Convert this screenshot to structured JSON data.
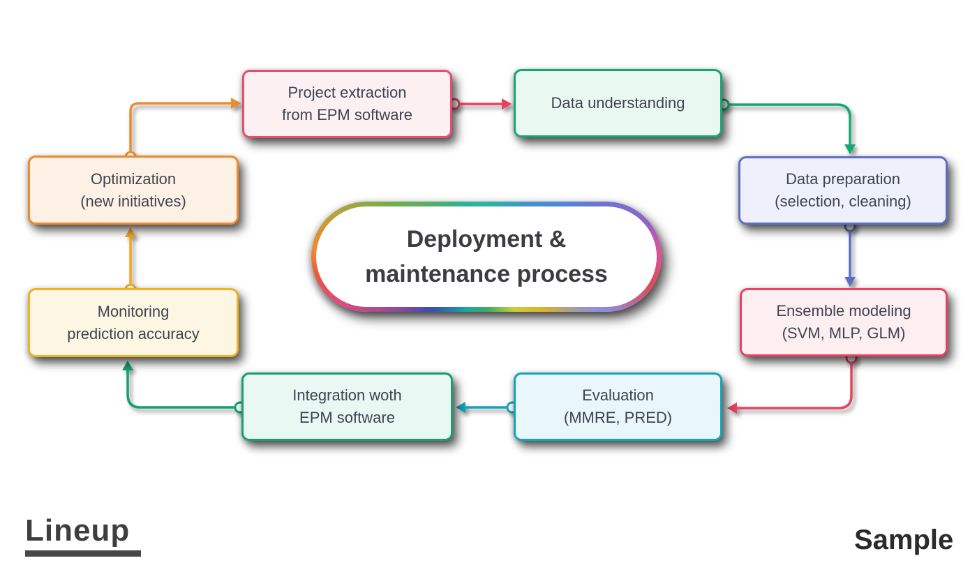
{
  "title": "Deployment &\nmaintenance process",
  "watermarks": {
    "left": "Lineup",
    "right": "Sample"
  },
  "text_color": "#3f4450",
  "nodes": [
    {
      "id": "project-extraction",
      "label": "Project extraction\nfrom EPM software",
      "border_color": "#e94d6b",
      "fill_color": "#fcf0f3"
    },
    {
      "id": "data-understanding",
      "label": "Data understanding",
      "border_color": "#17a673",
      "fill_color": "#e9f8f1"
    },
    {
      "id": "data-preparation",
      "label": "Data preparation\n(selection, cleaning)",
      "border_color": "#5d6fc0",
      "fill_color": "#eef1fb"
    },
    {
      "id": "ensemble-modeling",
      "label": "Ensemble modeling\n(SVM, MLP, GLM)",
      "border_color": "#e8435e",
      "fill_color": "#fdeff1"
    },
    {
      "id": "evaluation",
      "label": "Evaluation\n(MMRE, PRED)",
      "border_color": "#16a5b8",
      "fill_color": "#e9f7fa"
    },
    {
      "id": "integration",
      "label": "Integration woth\nEPM software",
      "border_color": "#17a06e",
      "fill_color": "#e9f8f2"
    },
    {
      "id": "monitoring",
      "label": "Monitoring\nprediction accuracy",
      "border_color": "#f0b220",
      "fill_color": "#fdf6e3"
    },
    {
      "id": "optimization",
      "label": "Optimization\n(new initiatives)",
      "border_color": "#ef8a2e",
      "fill_color": "#fdf1e5"
    }
  ],
  "connectors": [
    {
      "from": "optimization",
      "to": "project-extraction",
      "color": "#f08c2e"
    },
    {
      "from": "project-extraction",
      "to": "data-understanding",
      "color": "#e8415e"
    },
    {
      "from": "data-understanding",
      "to": "data-preparation",
      "color": "#12a971"
    },
    {
      "from": "data-preparation",
      "to": "ensemble-modeling",
      "color": "#5c6fc4"
    },
    {
      "from": "ensemble-modeling",
      "to": "evaluation",
      "color": "#e8435e"
    },
    {
      "from": "evaluation",
      "to": "integration",
      "color": "#14a5b8"
    },
    {
      "from": "integration",
      "to": "monitoring",
      "color": "#12a06e"
    },
    {
      "from": "monitoring",
      "to": "optimization",
      "color": "#f5a61e"
    }
  ]
}
